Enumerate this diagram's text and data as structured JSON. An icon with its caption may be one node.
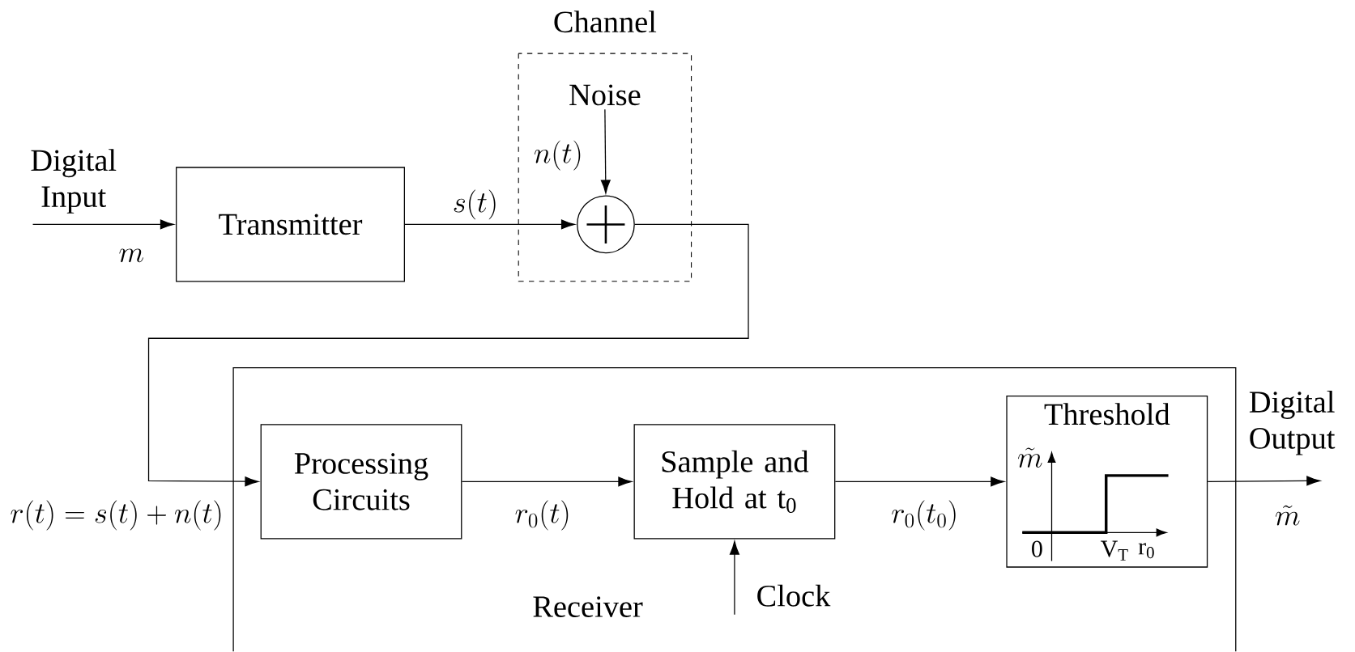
{
  "diagram": {
    "nodes": [
      {
        "text": [
          "Channel"
        ]
      },
      {
        "text": [
          "Noise"
        ],
        "in": 0
      },
      {
        "text": [],
        "shape": "circle",
        "in": 0
      },
      {
        "text": [
          "Transmitter"
        ]
      },
      {
        "text": [
          "Receiver"
        ]
      },
      {
        "text": [
          "Processing Circuits"
        ],
        "in": 4
      },
      {
        "text": [
          "Sample and Hold at t$_{0}$"
        ],
        "in": 4
      },
      {
        "text": [
          "Threshold"
        ],
        "in": 4
      }
    ],
    "edges": [
      {
        "from": null,
        "to": 3,
        "arrow": "to",
        "label": "m"
      },
      {
        "from": 3,
        "to": 2,
        "arrow": "to",
        "label": "s(t)"
      },
      {
        "from": 1,
        "to": 2,
        "arrow": "to",
        "label": "n(t)"
      },
      {
        "from": 2,
        "to": 5,
        "arrow": "to",
        "label": "r(t) = s(t) +n(t)"
      },
      {
        "from": 5,
        "to": 6,
        "arrow": "to",
        "label": "r_0(t)"
      },
      {
        "from": 6,
        "to": 7,
        "arrow": "to",
        "label": "r_0(t_0)"
      },
      {
        "from": null,
        "to": 6,
        "arrow": "to"
      },
      {
        "from": 7,
        "to": null,
        "arrow": "to",
        "label": "\\tilde{m}"
      }
    ],
    "labels": [
      "Digital Input",
      "Digital Output",
      "\\tilde{m}",
      "0",
      "V$_{T}$",
      "r$_{0}$",
      "Clock"
    ]
  }
}
